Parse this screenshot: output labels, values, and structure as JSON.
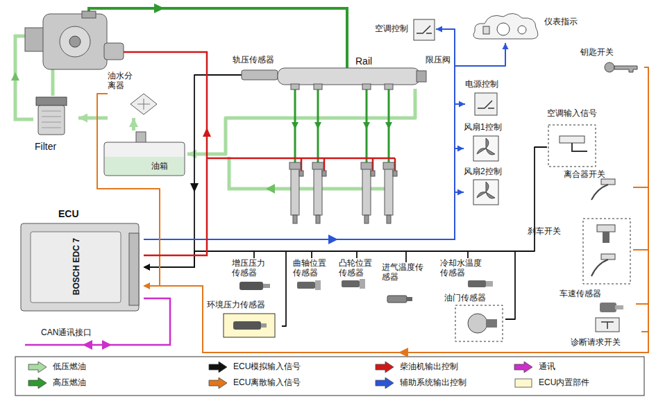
{
  "diagram": {
    "nodes": [
      {
        "text": [
          "Filter"
        ]
      },
      {
        "text": [
          "油水分离器"
        ]
      },
      {
        "text": [
          "油箱"
        ]
      },
      {
        "text": [
          "Rail"
        ]
      },
      {
        "text": [
          "空调控制"
        ]
      },
      {
        "text": [
          "仪表指示"
        ]
      },
      {
        "text": [
          "电源控制"
        ]
      },
      {
        "text": [
          "风扇1控制"
        ]
      },
      {
        "text": [
          "风扇2控制"
        ]
      },
      {
        "text": [
          "钥匙开关"
        ]
      },
      {
        "text": [
          "空调输入信号"
        ]
      },
      {
        "text": [
          "离合器开关"
        ]
      },
      {
        "text": [
          "刹车开关"
        ]
      },
      {
        "text": [
          "车速传感器"
        ]
      },
      {
        "text": [
          "诊断请求开关"
        ]
      },
      {
        "text": [
          "ECU",
          "BOSCH EDC 7"
        ]
      },
      {
        "text": [
          "增压压力传感器"
        ]
      },
      {
        "text": [
          "环境压力传感器"
        ]
      },
      {
        "text": [
          "曲轴位置传感器"
        ]
      },
      {
        "text": [
          "凸轮位置传感器"
        ]
      },
      {
        "text": [
          "进气温度传感器"
        ]
      },
      {
        "text": [
          "冷却水温度传感器"
        ]
      },
      {
        "text": [
          "油门传感器"
        ]
      }
    ],
    "edges": [
      {
        "from": 2,
        "to": 1,
        "arrow": "to"
      },
      {
        "from": 1,
        "to": 0,
        "arrow": "to"
      },
      {
        "from": 3,
        "to": 2,
        "arrow": "to"
      },
      {
        "from": 3,
        "to": 15,
        "arrow": "to"
      },
      {
        "from": 15,
        "to": 4,
        "arrow": "to"
      },
      {
        "from": 15,
        "to": 5,
        "arrow": "to"
      },
      {
        "from": 15,
        "to": 6,
        "arrow": "to"
      },
      {
        "from": 15,
        "to": 7,
        "arrow": "to"
      },
      {
        "from": 15,
        "to": 8,
        "arrow": "to"
      },
      {
        "from": 10,
        "to": 15,
        "arrow": "to"
      },
      {
        "from": 16,
        "to": 15,
        "arrow": "to"
      },
      {
        "from": 17,
        "to": 15,
        "arrow": "to"
      },
      {
        "from": 18,
        "to": 15,
        "arrow": "to"
      },
      {
        "from": 19,
        "to": 15,
        "arrow": "to"
      },
      {
        "from": 20,
        "to": 15,
        "arrow": "to"
      },
      {
        "from": 21,
        "to": 15,
        "arrow": "to"
      },
      {
        "from": 22,
        "to": 15,
        "arrow": "to"
      },
      {
        "from": 1,
        "to": 15,
        "arrow": "to"
      },
      {
        "from": 9,
        "to": 15,
        "arrow": "to"
      },
      {
        "from": 11,
        "to": 15,
        "arrow": "to"
      },
      {
        "from": 12,
        "to": 15,
        "arrow": "to"
      },
      {
        "from": 13,
        "to": 15,
        "arrow": "to"
      },
      {
        "from": 14,
        "to": 15,
        "arrow": "to"
      }
    ],
    "labels": [
      "轨压传感器",
      "限压阀",
      "CAN通讯接口"
    ],
    "legend": [
      {
        "text": "低压燃油",
        "color": "#a8dca0"
      },
      {
        "text": "高压燃油",
        "color": "#2f9a2f"
      },
      {
        "text": "ECU模拟输入信号",
        "color": "#111111"
      },
      {
        "text": "ECU离散输入信号",
        "color": "#e2761b"
      },
      {
        "text": "柴油机输出控制",
        "color": "#d01818"
      },
      {
        "text": "辅助系统输出控制",
        "color": "#2b55d9"
      },
      {
        "text": "通讯",
        "color": "#cc2fcc"
      },
      {
        "text": "ECU内置部件",
        "color": "#fff8cc"
      }
    ]
  }
}
